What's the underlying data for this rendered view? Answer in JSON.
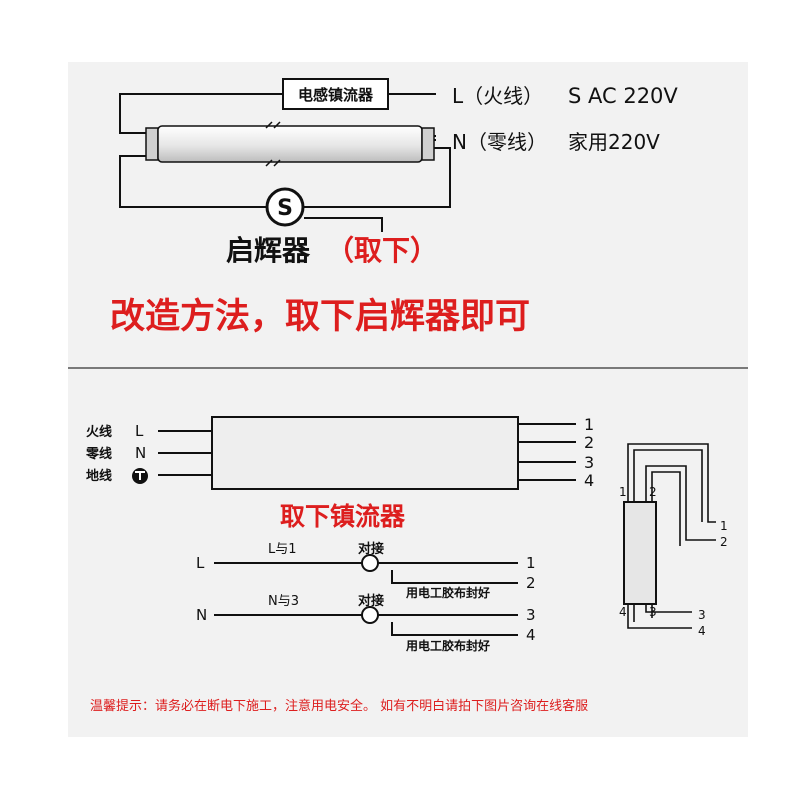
{
  "top": {
    "ballast_label": "电感镇流器",
    "line_l": "L（火线）",
    "line_n": "N（零线）",
    "supply_1": "S AC 220V",
    "supply_2": "家用220V",
    "starter_symbol": "S",
    "starter_label": "启辉器",
    "starter_note": "（取下）",
    "headline": "改造方法，取下启辉器即可"
  },
  "bottom": {
    "inputs": [
      {
        "name": "火线",
        "symbol": "L"
      },
      {
        "name": "零线",
        "symbol": "N"
      },
      {
        "name": "地线",
        "symbol": "⏚"
      }
    ],
    "outputs": [
      "1",
      "2",
      "3",
      "4"
    ],
    "remove_ballast": "取下镇流器",
    "wiring": [
      {
        "input": "L",
        "pair": "L与1",
        "joint": "对接",
        "to": "1",
        "other": "2",
        "note": "用电工胶布封好"
      },
      {
        "input": "N",
        "pair": "N与3",
        "joint": "对接",
        "to": "3",
        "other": "4",
        "note": "用电工胶布封好"
      }
    ],
    "tube_pins": [
      "1",
      "2",
      "4",
      "3"
    ],
    "tube_ends": [
      "1",
      "2",
      "3",
      "4"
    ],
    "tip": "温馨提示：请务必在断电下施工，注意用电安全。 如有不明白请拍下图片咨询在线客服"
  },
  "colors": {
    "accent_red": "#dd1e1e",
    "line": "#111111",
    "tube_fill": "#e8e8e8",
    "panel_bg": "#f2f2f2",
    "divider": "#7a7a7a"
  }
}
